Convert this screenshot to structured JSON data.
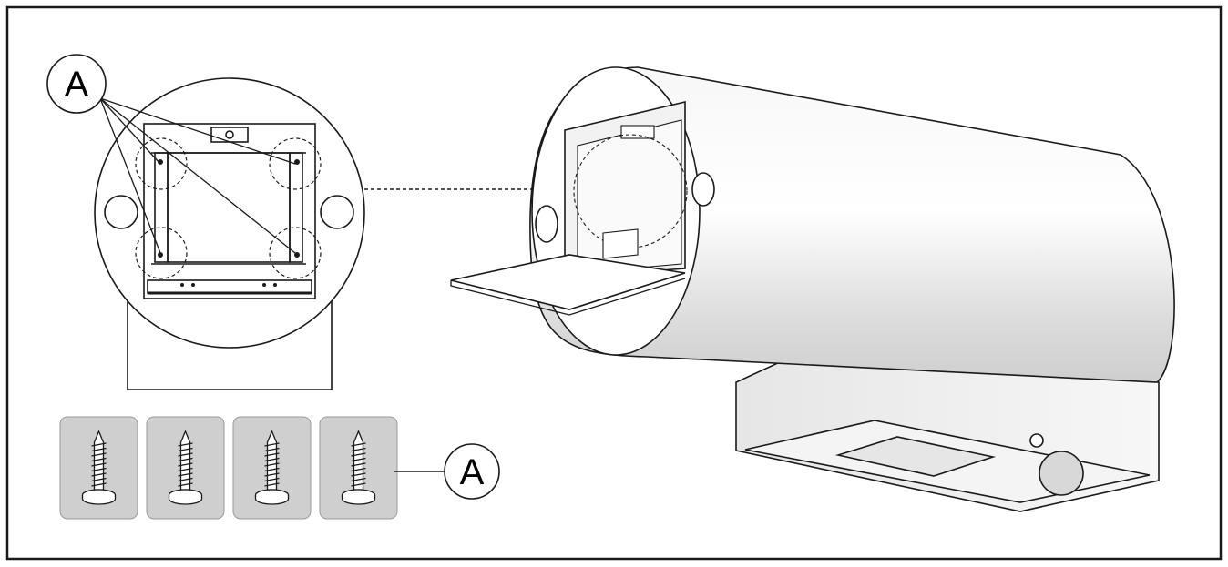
{
  "diagram": {
    "callouts": {
      "top_label": "A",
      "screws_label": "A"
    },
    "screw_count": 4,
    "colors": {
      "line": "#1a1a1a",
      "screw_tile": "#cfcfcf",
      "shade": "#e9e9e9"
    }
  }
}
